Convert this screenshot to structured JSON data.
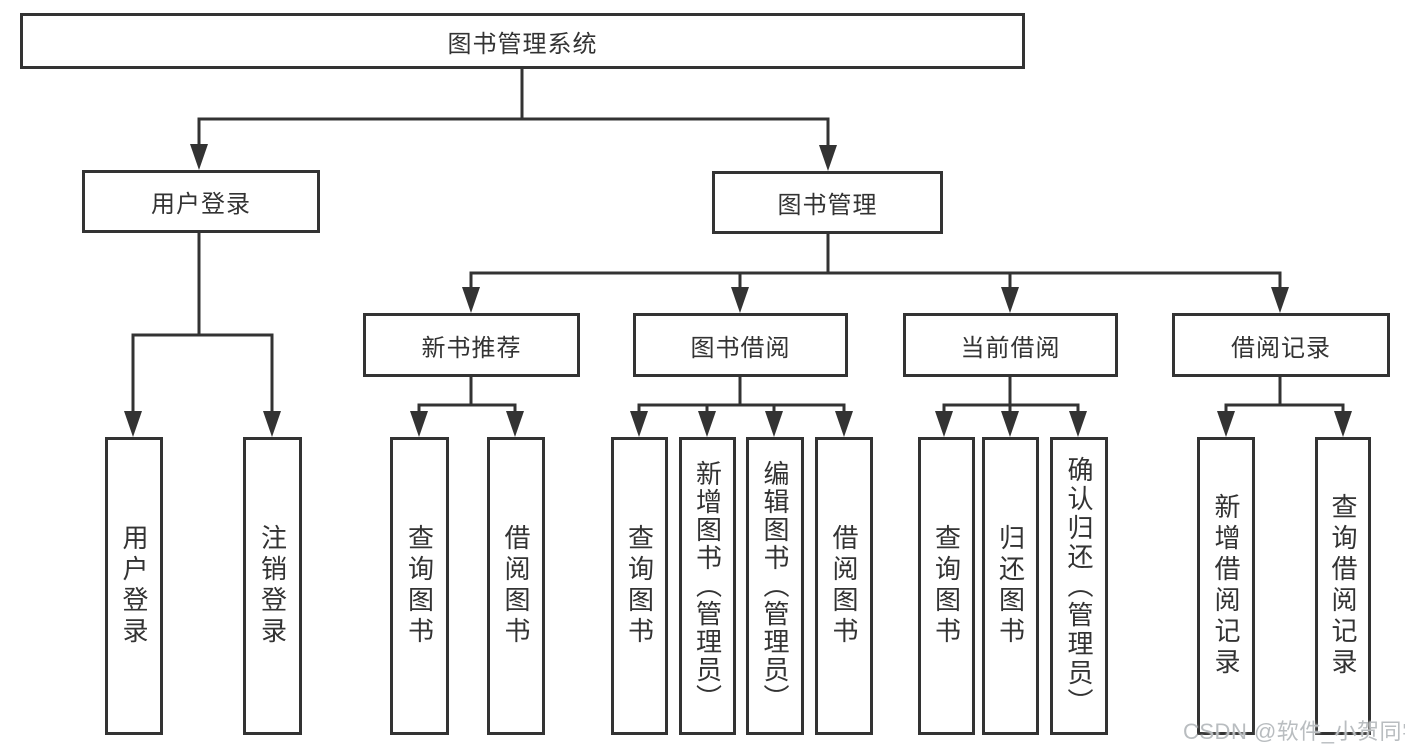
{
  "diagram_title": "图书管理系统",
  "watermark": "CSDN @软件_小贺同学",
  "colors": {
    "line": "#333333",
    "text": "#333333",
    "box_fill": "#ffffff",
    "watermark": "#b9bdc0",
    "background": "#ffffff"
  },
  "nodes": {
    "root": {
      "label": "图书管理系统"
    },
    "user_login_branch": {
      "label": "用户登录"
    },
    "book_mgmt_branch": {
      "label": "图书管理"
    },
    "new_book_rec": {
      "label": "新书推荐"
    },
    "book_borrow": {
      "label": "图书借阅"
    },
    "current_borrow": {
      "label": "当前借阅"
    },
    "borrow_records": {
      "label": "借阅记录"
    },
    "leaf_user_login": {
      "label": "用户登录"
    },
    "leaf_logout": {
      "label": "注销登录"
    },
    "leaf_query_book_rec": {
      "label": "查询图书"
    },
    "leaf_borrow_book_rec": {
      "label": "借阅图书"
    },
    "leaf_query_book_borrow": {
      "label": "查询图书"
    },
    "leaf_add_book": {
      "label": "新增图书（管理员）"
    },
    "leaf_edit_book": {
      "label": "编辑图书（管理员）"
    },
    "leaf_borrow_book_borrow": {
      "label": "借阅图书"
    },
    "leaf_query_book_current": {
      "label": "查询图书"
    },
    "leaf_return_book": {
      "label": "归还图书"
    },
    "leaf_confirm_return": {
      "label": "确认归还（管理员）"
    },
    "leaf_add_borrow_record": {
      "label": "新增借阅记录"
    },
    "leaf_query_borrow_record": {
      "label": "查询借阅记录"
    }
  },
  "edges": [
    [
      "图书管理系统",
      "用户登录"
    ],
    [
      "图书管理系统",
      "图书管理"
    ],
    [
      "用户登录",
      "用户登录"
    ],
    [
      "用户登录",
      "注销登录"
    ],
    [
      "图书管理",
      "新书推荐"
    ],
    [
      "图书管理",
      "图书借阅"
    ],
    [
      "图书管理",
      "当前借阅"
    ],
    [
      "图书管理",
      "借阅记录"
    ],
    [
      "新书推荐",
      "查询图书"
    ],
    [
      "新书推荐",
      "借阅图书"
    ],
    [
      "图书借阅",
      "查询图书"
    ],
    [
      "图书借阅",
      "新增图书（管理员）"
    ],
    [
      "图书借阅",
      "编辑图书（管理员）"
    ],
    [
      "图书借阅",
      "借阅图书"
    ],
    [
      "当前借阅",
      "查询图书"
    ],
    [
      "当前借阅",
      "归还图书"
    ],
    [
      "当前借阅",
      "确认归还（管理员）"
    ],
    [
      "借阅记录",
      "新增借阅记录"
    ],
    [
      "借阅记录",
      "查询借阅记录"
    ]
  ]
}
